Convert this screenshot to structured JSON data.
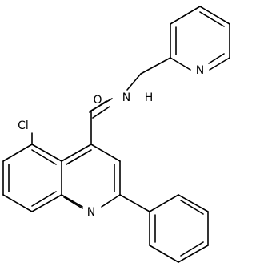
{
  "molecule": {
    "atom_labels": {
      "chlorine": "Cl",
      "quinoline_nitrogen": "N",
      "carbonyl_oxygen": "O",
      "amide_nitrogen": "N",
      "amide_hydrogen": "H",
      "pyridine_nitrogen": "N"
    }
  }
}
